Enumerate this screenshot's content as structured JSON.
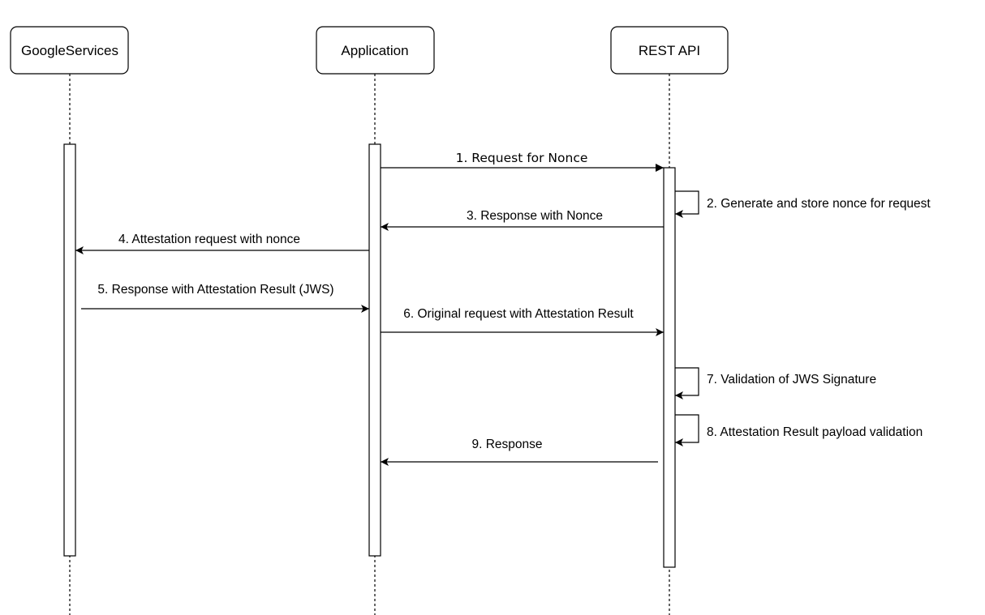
{
  "diagram": {
    "type": "sequence",
    "participants": [
      {
        "id": "google",
        "label": "GoogleServices"
      },
      {
        "id": "app",
        "label": "Application"
      },
      {
        "id": "api",
        "label": "REST API"
      }
    ],
    "messages": [
      {
        "step": 1,
        "label": "1. Request for Nonce",
        "from": "app",
        "to": "api",
        "kind": "sync"
      },
      {
        "step": 2,
        "label": "2. Generate and store nonce for request",
        "from": "api",
        "to": "api",
        "kind": "self"
      },
      {
        "step": 3,
        "label": "3. Response with Nonce",
        "from": "api",
        "to": "app",
        "kind": "reply"
      },
      {
        "step": 4,
        "label": "4. Attestation request with nonce",
        "from": "app",
        "to": "google",
        "kind": "call"
      },
      {
        "step": 5,
        "label": "5. Response with Attestation Result (JWS)",
        "from": "google",
        "to": "app",
        "kind": "reply"
      },
      {
        "step": 6,
        "label": "6. Original request with Attestation Result",
        "from": "app",
        "to": "api",
        "kind": "call"
      },
      {
        "step": 7,
        "label": "7. Validation of JWS Signature",
        "from": "api",
        "to": "api",
        "kind": "self"
      },
      {
        "step": 8,
        "label": "8. Attestation Result payload validation",
        "from": "api",
        "to": "api",
        "kind": "self"
      },
      {
        "step": 9,
        "label": "9. Response",
        "from": "api",
        "to": "app",
        "kind": "reply"
      }
    ]
  }
}
